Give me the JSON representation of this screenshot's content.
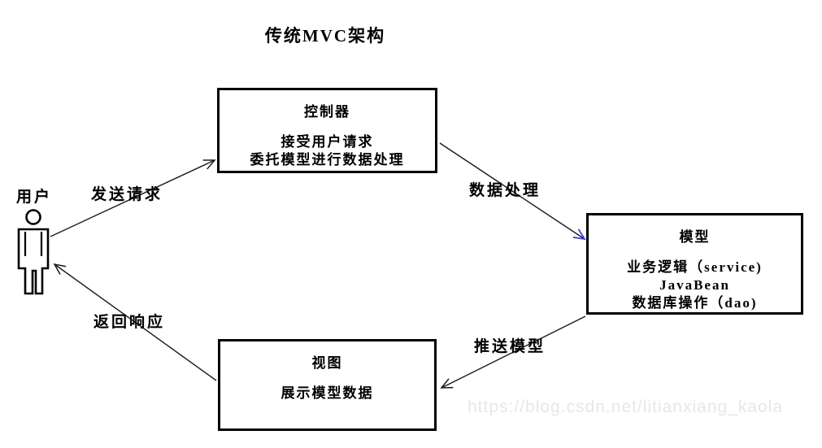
{
  "title": "传统MVC架构",
  "actor": {
    "label": "用户",
    "icon": "person-icon"
  },
  "nodes": {
    "controller": {
      "title": "控制器",
      "lines": [
        "接受用户请求",
        "委托模型进行数据处理"
      ]
    },
    "model": {
      "title": "模型",
      "lines": [
        "业务逻辑（service)",
        "JavaBean",
        "数据库操作（dao)"
      ]
    },
    "view": {
      "title": "视图",
      "lines": [
        "展示模型数据"
      ]
    }
  },
  "edges": {
    "send_request": {
      "label": "发送请求",
      "from": "user",
      "to": "controller"
    },
    "data_processing": {
      "label": "数据处理",
      "from": "controller",
      "to": "model"
    },
    "push_model": {
      "label": "推送模型",
      "from": "model",
      "to": "view"
    },
    "return_response": {
      "label": "返回响应",
      "from": "view",
      "to": "user"
    }
  },
  "watermark": "https://blog.csdn.net/litianxiang_kaola",
  "colors": {
    "line": "#1a1a1a",
    "model_arrowhead": "#4040d0",
    "watermark": "#e7e7e7"
  }
}
